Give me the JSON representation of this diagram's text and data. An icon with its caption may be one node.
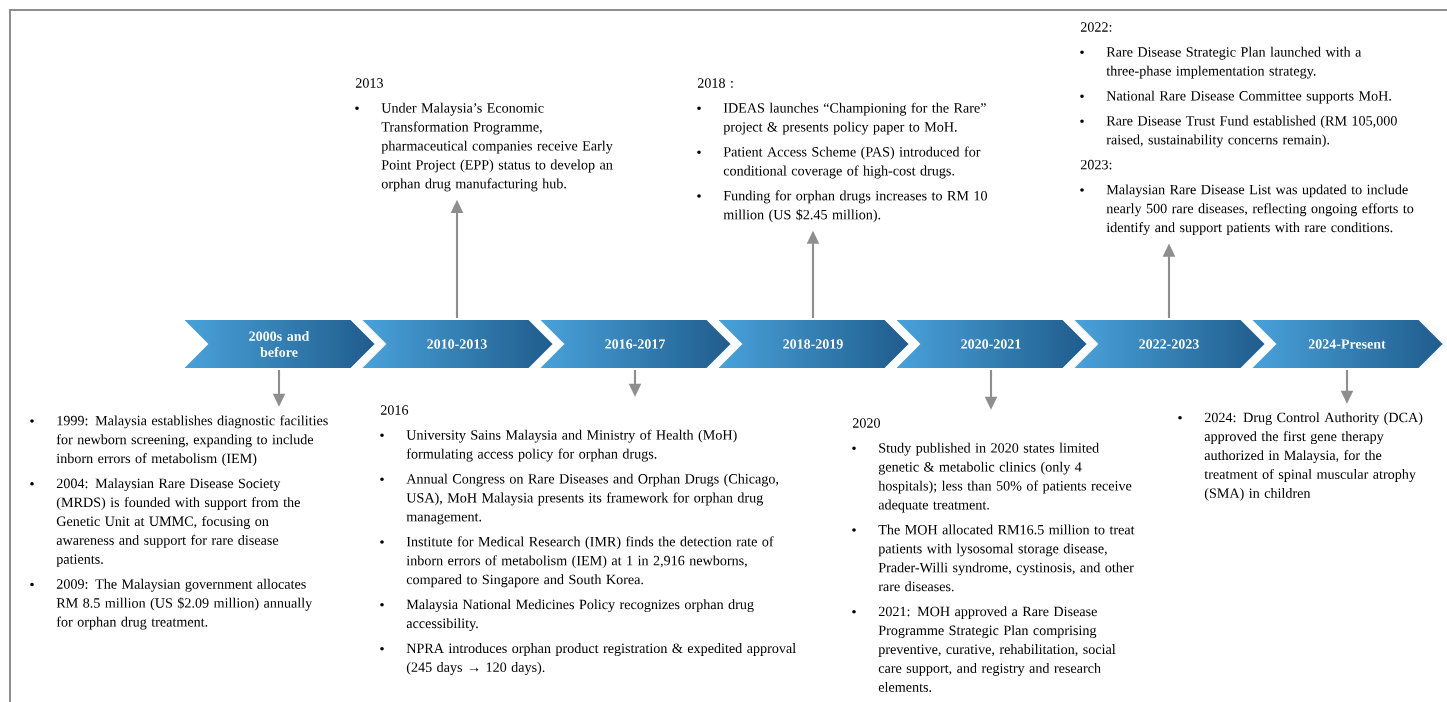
{
  "diagram": {
    "nodes": [
      {
        "text": [
          "2000s and before"
        ]
      },
      {
        "text": [
          "2010-2013"
        ]
      },
      {
        "text": [
          "2016-2017"
        ]
      },
      {
        "text": [
          "2018-2019"
        ]
      },
      {
        "text": [
          "2020-2021"
        ]
      },
      {
        "text": [
          "2022-2023"
        ]
      },
      {
        "text": [
          "2024-Present"
        ]
      },
      {
        "text": [
          "1999: Malaysia establishes diagnostic facilities for newborn screening, expanding to include inborn errors of metabolism (IEM)",
          "2004: Malaysian Rare Disease Society (MRDS) is founded with support from the Genetic Unit at UMMC, focusing on awareness and support for rare disease patients.",
          "2009: The Malaysian government allocates RM 8.5 million (US $2.09 million) annually for orphan drug treatment."
        ]
      },
      {
        "text": [
          "2013",
          "Under Malaysia’s Economic Transformation Programme, pharmaceutical companies receive Early Point Project (EPP) status to develop an orphan drug manufacturing hub."
        ]
      },
      {
        "text": [
          "2016",
          "University Sains Malaysia and Ministry of Health (MoH) formulating access policy for orphan drugs.",
          "Annual Congress on Rare Diseases and Orphan Drugs (Chicago, USA), MoH Malaysia presents its framework for orphan drug management.",
          "Institute for Medical Research (IMR) finds the detection rate of inborn errors of metabolism (IEM) at 1 in 2,916 newborns, compared to Singapore and South Korea.",
          "Malaysia National Medicines Policy recognizes orphan drug accessibility.",
          "NPRA introduces orphan product registration & expedited approval (245 days → 120 days)."
        ]
      },
      {
        "text": [
          "2018 :",
          "IDEAS launches “Championing for the Rare” project & presents policy paper to MoH.",
          "Patient Access Scheme (PAS) introduced for conditional coverage of high-cost drugs.",
          "Funding for orphan drugs increases to RM 10 million (US $2.45 million)."
        ]
      },
      {
        "text": [
          "2020",
          "Study published in 2020 states limited genetic & metabolic clinics (only 4 hospitals); less than 50% of patients receive adequate treatment.",
          "The MOH allocated RM16.5 million to treat patients with lysosomal storage disease, Prader-Willi syndrome, cystinosis, and other rare diseases.",
          "2021: MOH approved a Rare Disease Programme Strategic Plan comprising preventive, curative, rehabilitation, social care support, and registry and research elements."
        ]
      },
      {
        "text": [
          "2022:",
          "Rare Disease Strategic Plan launched with a three-phase implementation strategy.",
          "National Rare Disease Committee supports MoH.",
          "Rare Disease Trust Fund established (RM 105,000 raised, sustainability concerns remain).",
          "2023:",
          "Malaysian Rare Disease List was updated to include nearly 500 rare diseases, reflecting ongoing efforts to identify and support patients with rare conditions."
        ]
      },
      {
        "text": [
          "2024: Drug Control Authority (DCA) approved the first gene therapy authorized in Malaysia, for the treatment of spinal muscular atrophy (SMA) in children"
        ]
      }
    ],
    "edges": [
      {
        "from": 0,
        "to": 7,
        "arrow": "to"
      },
      {
        "from": 1,
        "to": 8,
        "arrow": "to"
      },
      {
        "from": 2,
        "to": 9,
        "arrow": "to"
      },
      {
        "from": 3,
        "to": 10,
        "arrow": "to"
      },
      {
        "from": 4,
        "to": 11,
        "arrow": "to"
      },
      {
        "from": 5,
        "to": 12,
        "arrow": "to"
      },
      {
        "from": 6,
        "to": 13,
        "arrow": "to"
      }
    ]
  }
}
